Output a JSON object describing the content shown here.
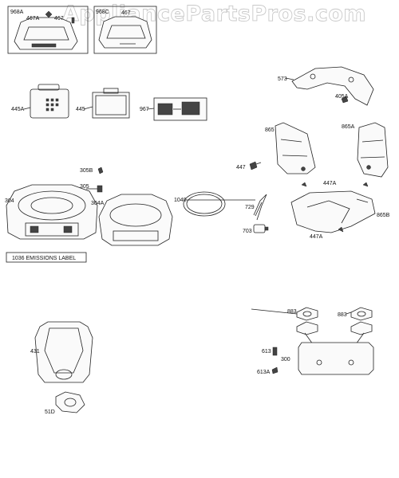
{
  "watermark": "AppliancePartsPros.com",
  "emissions_label": "1036 EMISSIONS LABEL",
  "parts": [
    {
      "id": "968A"
    },
    {
      "id": "467A"
    },
    {
      "id": "467"
    },
    {
      "id": "968C"
    },
    {
      "id": "467"
    },
    {
      "id": "445A"
    },
    {
      "id": "445"
    },
    {
      "id": "967"
    },
    {
      "id": "573"
    },
    {
      "id": "405A"
    },
    {
      "id": "865"
    },
    {
      "id": "865A"
    },
    {
      "id": "447"
    },
    {
      "id": "447A"
    },
    {
      "id": "865B"
    },
    {
      "id": "447A"
    },
    {
      "id": "305B"
    },
    {
      "id": "305"
    },
    {
      "id": "304"
    },
    {
      "id": "304A"
    },
    {
      "id": "1040"
    },
    {
      "id": "729"
    },
    {
      "id": "703"
    },
    {
      "id": "431"
    },
    {
      "id": "51D"
    },
    {
      "id": "883"
    },
    {
      "id": "883"
    },
    {
      "id": "613"
    },
    {
      "id": "300"
    },
    {
      "id": "613A"
    }
  ]
}
